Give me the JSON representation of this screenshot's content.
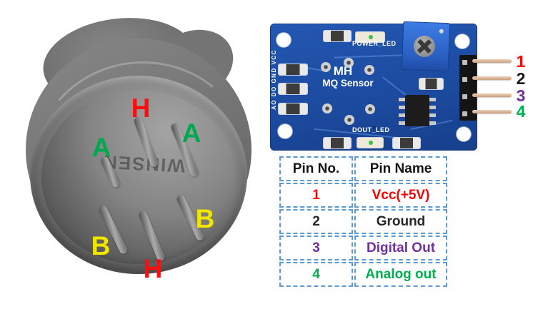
{
  "sensor": {
    "brand": "WINSEN",
    "pin_labels": [
      {
        "id": "h-top",
        "text": "H",
        "color": "#FF0D0D"
      },
      {
        "id": "a-left",
        "text": "A",
        "color": "#00A94F"
      },
      {
        "id": "a-right",
        "text": "A",
        "color": "#00A94F"
      },
      {
        "id": "b-left",
        "text": "B",
        "color": "#F2E500"
      },
      {
        "id": "b-right",
        "text": "B",
        "color": "#F2E500"
      },
      {
        "id": "h-bottom",
        "text": "H",
        "color": "#FF0D0D"
      }
    ]
  },
  "pcb": {
    "title_line1": "MH",
    "title_line2": "MQ Sensor",
    "power_led_label": "POWER_LED",
    "dout_led_label": "DOUT_LED",
    "header_pin_names": "AO DO GND VCC",
    "pin_numbers": [
      {
        "label": "1",
        "color": "#FF0000"
      },
      {
        "label": "2",
        "color": "#1A1A1A"
      },
      {
        "label": "3",
        "color": "#7030A0"
      },
      {
        "label": "4",
        "color": "#00B050"
      }
    ]
  },
  "table": {
    "headers": [
      "Pin No.",
      "Pin Name"
    ],
    "rows": [
      {
        "no": "1",
        "name": "Vcc(+5V)",
        "color": "#FF0000"
      },
      {
        "no": "2",
        "name": "Ground",
        "color": "#262626"
      },
      {
        "no": "3",
        "name": "Digital Out",
        "color": "#7030A0"
      },
      {
        "no": "4",
        "name": "Analog out",
        "color": "#00B050"
      }
    ],
    "border_color": "#5B9BD5"
  },
  "colors": {
    "pcb_blue": "#1d4fa5",
    "pot_blue": "#2e6fd4",
    "wire_tan": "#d9b493",
    "sensor_gray": "#787878"
  }
}
